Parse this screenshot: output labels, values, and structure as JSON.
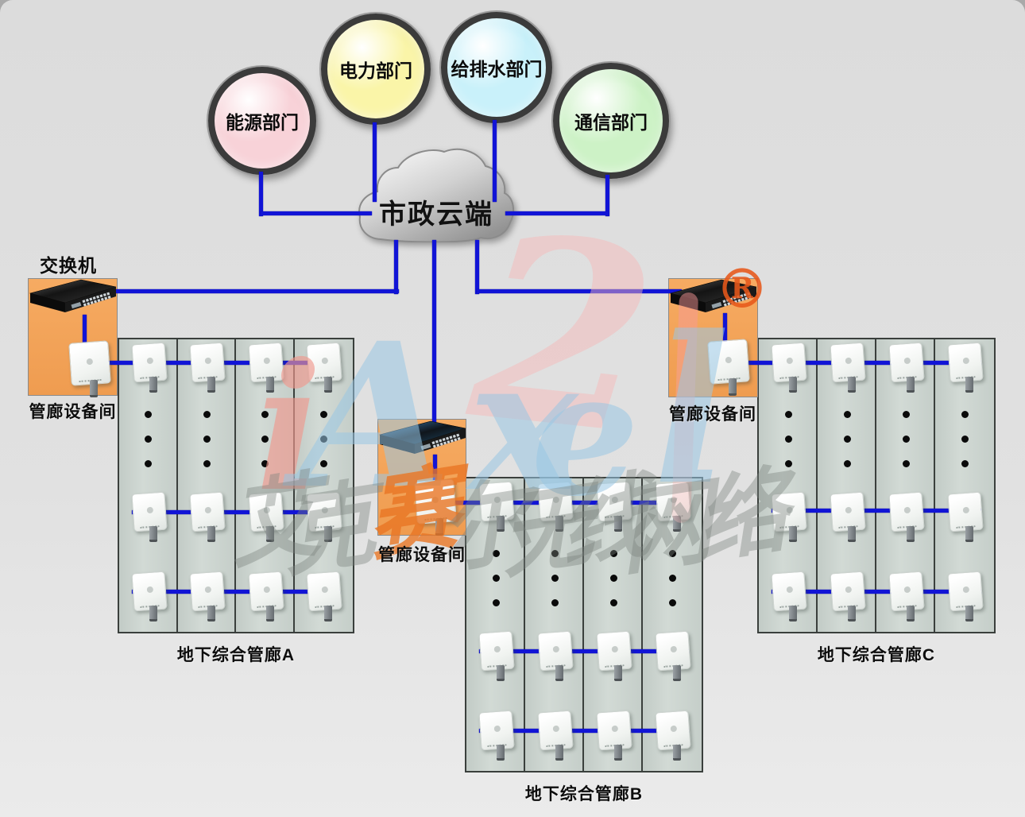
{
  "cloud": {
    "label": "市政云端"
  },
  "departments": [
    {
      "label": "能源部门",
      "fill": "#f8d2d8"
    },
    {
      "label": "电力部门",
      "fill": "#faf5a8"
    },
    {
      "label": "给排水部门",
      "fill": "#c9f1fa"
    },
    {
      "label": "通信部门",
      "fill": "#cdf2c6"
    }
  ],
  "switch": {
    "label": "交换机"
  },
  "equipment_rooms": [
    {
      "label": "管廊设备间",
      "position": "left"
    },
    {
      "label": "管廊设备间",
      "position": "middle"
    },
    {
      "label": "管廊设备间",
      "position": "right"
    }
  ],
  "tunnels": [
    {
      "label": "地下综合管廊A",
      "columns": 4,
      "ap_rows": 3,
      "ellipsis_dots": 3
    },
    {
      "label": "地下综合管廊B",
      "columns": 4,
      "ap_rows": 3,
      "ellipsis_dots": 3
    },
    {
      "label": "地下综合管廊C",
      "columns": 4,
      "ap_rows": 3,
      "ellipsis_dots": 3
    }
  ],
  "watermark": {
    "logo_text": "iAxel",
    "logo_letters": [
      "i",
      "A",
      "x",
      "e",
      "l"
    ],
    "script_glyph": "2",
    "registered_mark": "®",
    "cjk_text": "艾克赛尔无线网络",
    "cjk_chars": [
      "艾",
      "克",
      "赛",
      "尔",
      "无",
      "线",
      "网",
      "络"
    ]
  },
  "colors": {
    "connection_line": "#1114d6",
    "equipment_room_bg": "#f3a35c",
    "tunnel_panel_bg": "#c8d0cb",
    "registered_mark_red": "#e7581a",
    "watermark_blue": "#a9cce4",
    "watermark_pink": "#f5b6b0",
    "cloud_fill": "#d8d8d8"
  }
}
